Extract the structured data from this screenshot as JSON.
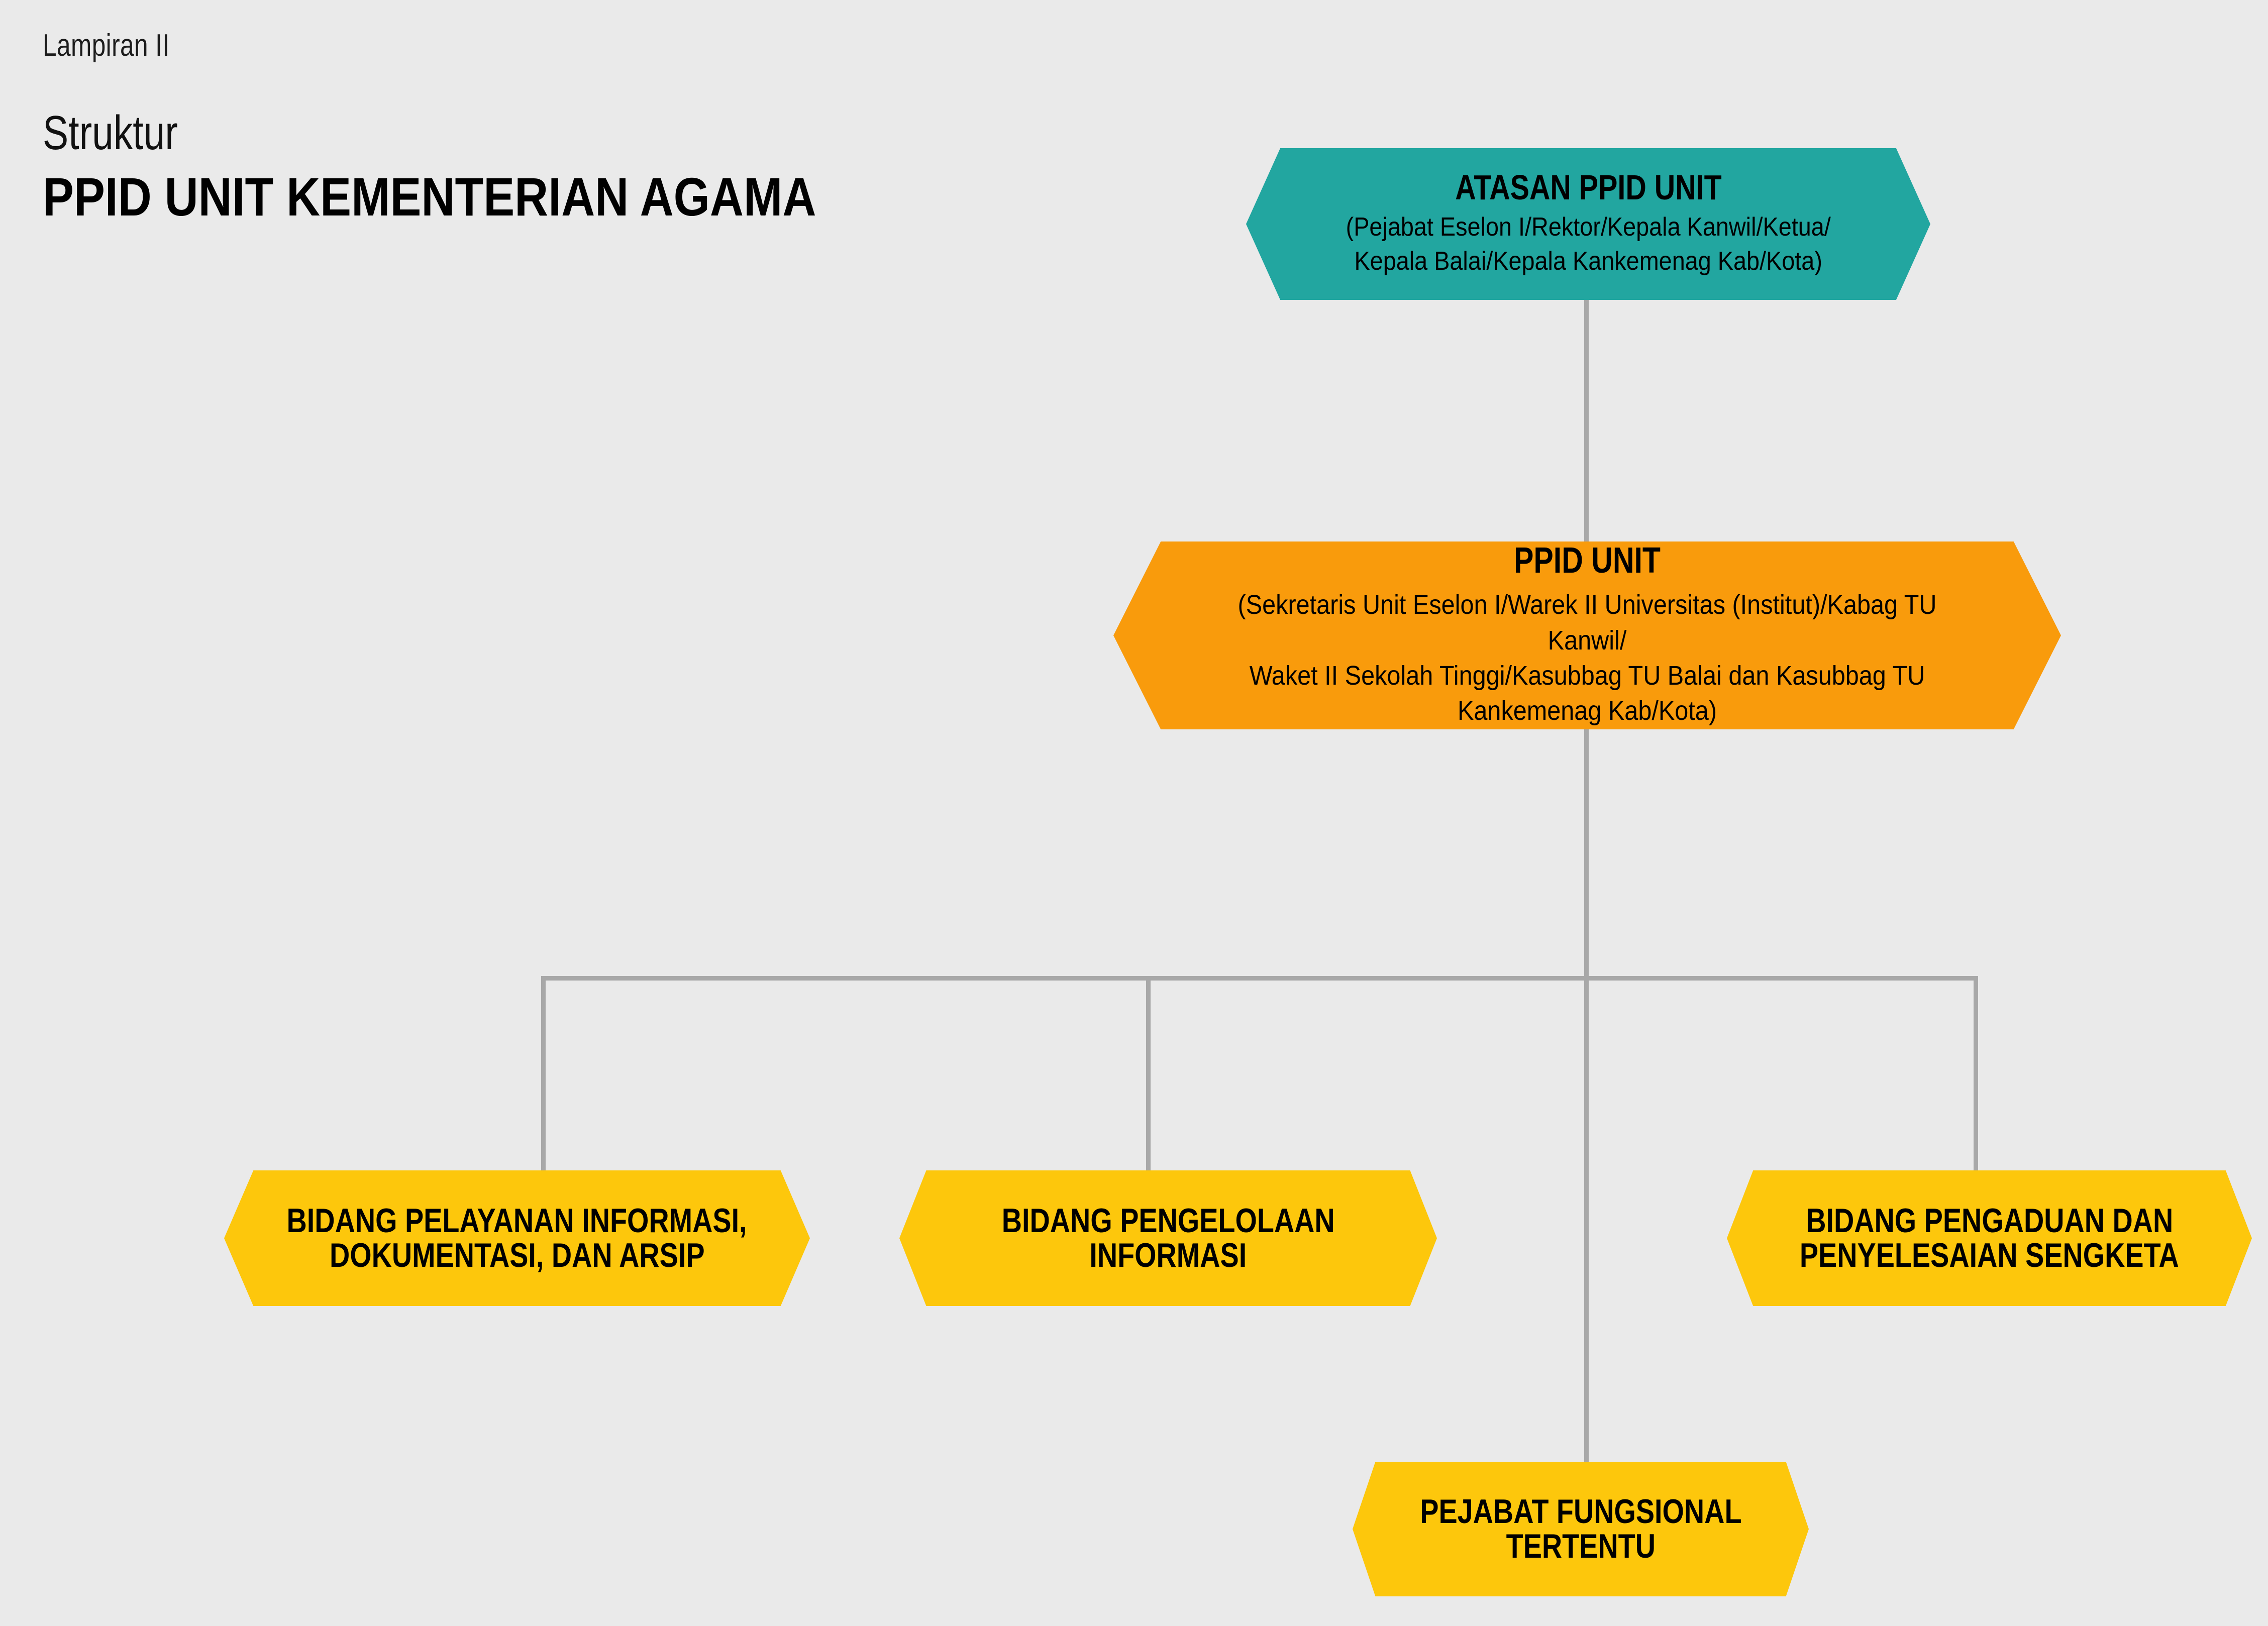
{
  "header": {
    "lampiran": "Lampiran II",
    "subtitle": "Struktur",
    "title": "PPID UNIT KEMENTERIAN AGAMA"
  },
  "colors": {
    "background": "#eaeaea",
    "connector": "#a8a8a8",
    "teal": "#22a6a0",
    "orange": "#f99b0c",
    "yellow": "#fdc70c",
    "text": "#000000"
  },
  "chart_data": {
    "type": "diagram",
    "diagram_kind": "organizational-chart",
    "title": "Struktur PPID UNIT KEMENTERIAN AGAMA",
    "nodes": [
      {
        "id": "atasan-ppid-unit",
        "level": 0,
        "title": "ATASAN PPID UNIT",
        "subtitle": "(Pejabat Eselon I/Rektor/Kepala Kanwil/Ketua/\nKepala Balai/Kepala Kankemenag Kab/Kota)",
        "color": "#22a6a0",
        "shape": "hexagon"
      },
      {
        "id": "ppid-unit",
        "level": 1,
        "title": "PPID UNIT",
        "subtitle": "(Sekretaris Unit Eselon I/Warek II Universitas (Institut)/Kabag TU Kanwil/\nWaket II Sekolah Tinggi/Kasubbag TU Balai dan Kasubbag TU\nKankemenag Kab/Kota)",
        "color": "#f99b0c",
        "shape": "hexagon"
      },
      {
        "id": "bidang-pelayanan-informasi-dokumentasi-dan-arsip",
        "level": 2,
        "title": "BIDANG PELAYANAN INFORMASI, DOKUMENTASI, DAN ARSIP",
        "color": "#fdc70c",
        "shape": "hexagon"
      },
      {
        "id": "bidang-pengelolaan-informasi",
        "level": 2,
        "title": "BIDANG PENGELOLAAN INFORMASI",
        "color": "#fdc70c",
        "shape": "hexagon"
      },
      {
        "id": "bidang-pengaduan-dan-penyelesaian-sengketa",
        "level": 2,
        "title": "BIDANG PENGADUAN DAN PENYELESAIAN SENGKETA",
        "color": "#fdc70c",
        "shape": "hexagon"
      },
      {
        "id": "pejabat-fungsional-tertentu",
        "level": 3,
        "title": "PEJABAT FUNGSIONAL TERTENTU",
        "color": "#fdc70c",
        "shape": "hexagon"
      }
    ],
    "edges": [
      {
        "from": "atasan-ppid-unit",
        "to": "ppid-unit"
      },
      {
        "from": "ppid-unit",
        "to": "bidang-pelayanan-informasi-dokumentasi-dan-arsip"
      },
      {
        "from": "ppid-unit",
        "to": "bidang-pengelolaan-informasi"
      },
      {
        "from": "ppid-unit",
        "to": "bidang-pengaduan-dan-penyelesaian-sengketa"
      },
      {
        "from": "ppid-unit",
        "to": "pejabat-fungsional-tertentu"
      }
    ]
  },
  "nodes": {
    "atasan": {
      "title": "ATASAN PPID UNIT",
      "subtitle": "(Pejabat Eselon I/Rektor/Kepala Kanwil/Ketua/\nKepala Balai/Kepala Kankemenag Kab/Kota)"
    },
    "ppid_unit": {
      "title": "PPID UNIT",
      "subtitle": "(Sekretaris Unit Eselon I/Warek II Universitas (Institut)/Kabag TU Kanwil/\nWaket II Sekolah Tinggi/Kasubbag TU Balai dan Kasubbag TU\nKankemenag Kab/Kota)"
    },
    "bidang_1": {
      "line1": "BIDANG PELAYANAN INFORMASI,",
      "line2": "DOKUMENTASI, DAN ARSIP"
    },
    "bidang_2": {
      "line1": "BIDANG PENGELOLAAN",
      "line2": "INFORMASI"
    },
    "bidang_3": {
      "line1": "BIDANG PENGADUAN DAN",
      "line2": "PENYELESAIAN SENGKETA"
    },
    "pejabat": {
      "line1": "PEJABAT FUNGSIONAL",
      "line2": "TERTENTU"
    }
  }
}
